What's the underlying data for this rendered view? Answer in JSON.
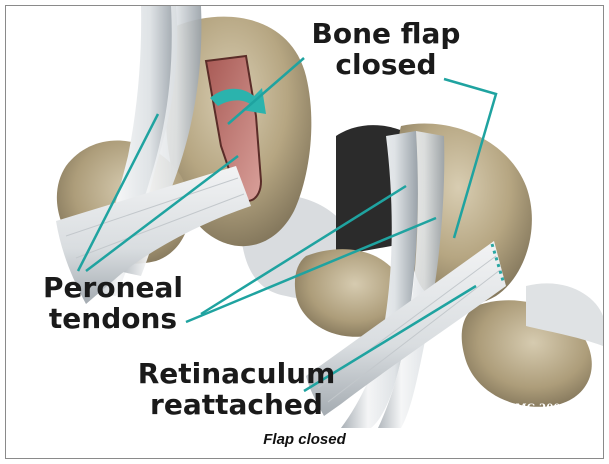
{
  "figure": {
    "labels": {
      "bone_flap": "Bone flap\nclosed",
      "peroneal_tendons": "Peroneal\ntendons",
      "retinaculum": "Retinaculum\nreattached"
    },
    "copyright": "©MMG 2003",
    "caption": "Flap closed",
    "colors": {
      "leader_line": "#1fa3a0",
      "bone": "#b9a986",
      "tendon": "#e4e7ea",
      "background": "#ffffff"
    }
  }
}
